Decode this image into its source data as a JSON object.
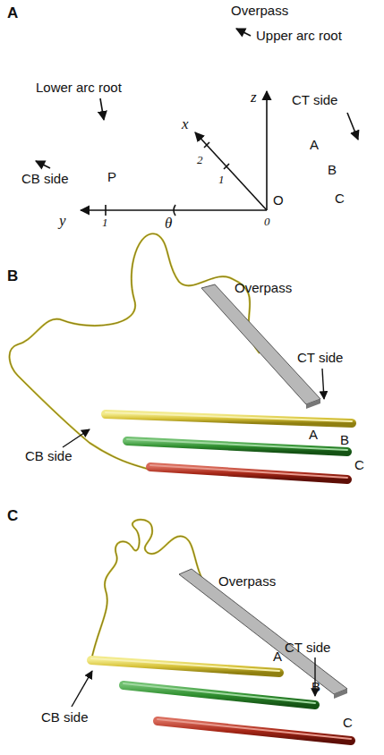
{
  "diagram": {
    "labels": [
      "A",
      "Overpass",
      "Upper arc root",
      "Lower arc root",
      "x",
      "z",
      "CT side",
      "2",
      "1",
      "A",
      "CB side",
      "P",
      "B",
      "C",
      "y",
      "1",
      "θ",
      "O",
      "0",
      "B",
      "Overpass",
      "CT side",
      "A",
      "B",
      "CB side",
      "C",
      "C",
      "Overpass",
      "CT side",
      "A",
      "CB side",
      "B",
      "C"
    ]
  }
}
